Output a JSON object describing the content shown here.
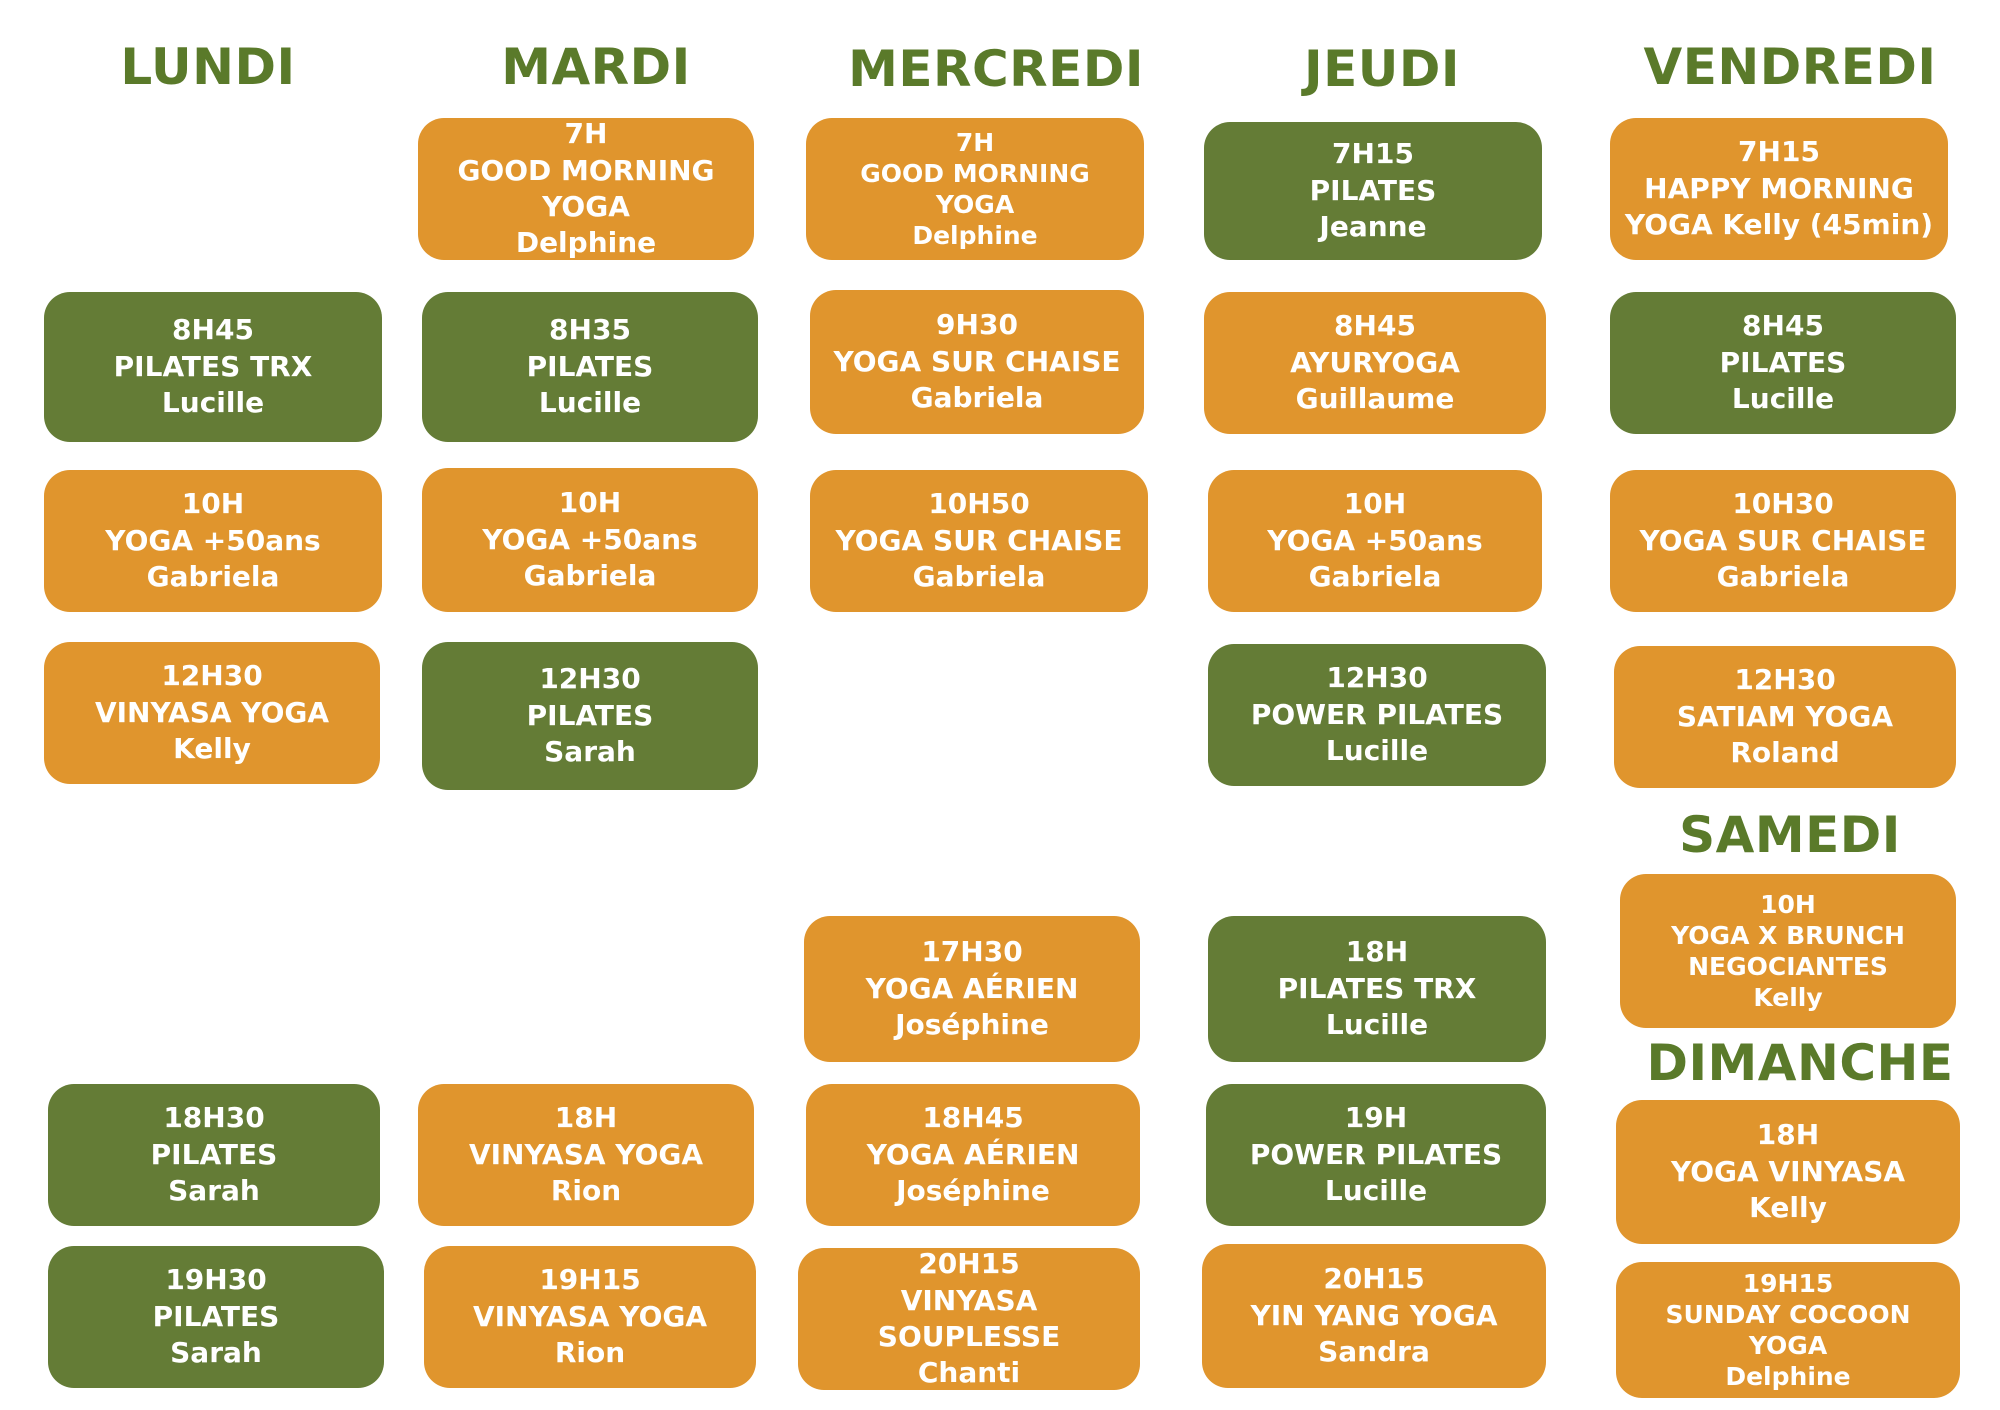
{
  "colors": {
    "orange": "#e0952d",
    "green": "#647c36",
    "title": "#5a7a2a",
    "text": "#ffffff"
  },
  "days": {
    "lundi": "LUNDI",
    "mardi": "MARDI",
    "mercredi": "MERCREDI",
    "jeudi": "JEUDI",
    "vendredi": "VENDREDI",
    "samedi": "SAMEDI",
    "dimanche": "DIMANCHE"
  },
  "classes": {
    "lun_1": {
      "time": "8H45",
      "name": "PILATES TRX",
      "teacher": "Lucille",
      "color": "green"
    },
    "lun_2": {
      "time": "10H",
      "name": "YOGA +50ans",
      "teacher": "Gabriela",
      "color": "orange"
    },
    "lun_3": {
      "time": "12H30",
      "name": "VINYASA YOGA",
      "teacher": "Kelly",
      "color": "orange"
    },
    "lun_4": {
      "time": "18H30",
      "name": "PILATES",
      "teacher": "Sarah",
      "color": "green"
    },
    "lun_5": {
      "time": "19H30",
      "name": "PILATES",
      "teacher": "Sarah",
      "color": "green"
    },
    "mar_1": {
      "time": "7H",
      "name": "GOOD MORNING YOGA",
      "teacher": "Delphine",
      "color": "orange"
    },
    "mar_2": {
      "time": "8H35",
      "name": "PILATES",
      "teacher": "Lucille",
      "color": "green"
    },
    "mar_3": {
      "time": "10H",
      "name": "YOGA +50ans",
      "teacher": "Gabriela",
      "color": "orange"
    },
    "mar_4": {
      "time": "12H30",
      "name": "PILATES",
      "teacher": "Sarah",
      "color": "green"
    },
    "mar_5": {
      "time": "18H",
      "name": "VINYASA YOGA",
      "teacher": "Rion",
      "color": "orange"
    },
    "mar_6": {
      "time": "19H15",
      "name": "VINYASA YOGA",
      "teacher": "Rion",
      "color": "orange"
    },
    "mer_1": {
      "time": "7H",
      "name_1": "GOOD MORNING",
      "name_2": "YOGA",
      "teacher": "Delphine",
      "color": "orange"
    },
    "mer_2": {
      "time": "9H30",
      "name": "YOGA SUR CHAISE",
      "teacher": "Gabriela",
      "color": "orange"
    },
    "mer_3": {
      "time": "10H50",
      "name": "YOGA SUR CHAISE",
      "teacher": "Gabriela",
      "color": "orange"
    },
    "mer_4": {
      "time": "17H30",
      "name": "YOGA AÉRIEN",
      "teacher": "Joséphine",
      "color": "orange"
    },
    "mer_5": {
      "time": "18H45",
      "name": "YOGA AÉRIEN",
      "teacher": "Joséphine",
      "color": "orange"
    },
    "mer_6": {
      "time": "20H15",
      "name": "VINYASA SOUPLESSE",
      "teacher": "Chanti",
      "color": "orange"
    },
    "jeu_1": {
      "time": "7H15",
      "name": "PILATES",
      "teacher": "Jeanne",
      "color": "green"
    },
    "jeu_2": {
      "time": "8H45",
      "name": "AYURYOGA",
      "teacher": "Guillaume",
      "color": "orange"
    },
    "jeu_3": {
      "time": "10H",
      "name": "YOGA +50ans",
      "teacher": "Gabriela",
      "color": "orange"
    },
    "jeu_4": {
      "time": "12H30",
      "name": "POWER PILATES",
      "teacher": "Lucille",
      "color": "green"
    },
    "jeu_5": {
      "time": "18H",
      "name": "PILATES TRX",
      "teacher": "Lucille",
      "color": "green"
    },
    "jeu_6": {
      "time": "19H",
      "name": "POWER PILATES",
      "teacher": "Lucille",
      "color": "green"
    },
    "jeu_7": {
      "time": "20H15",
      "name": "YIN YANG YOGA",
      "teacher": "Sandra",
      "color": "orange"
    },
    "ven_1": {
      "time": "7H15",
      "name": "HAPPY MORNING",
      "teacher": "YOGA Kelly (45min)",
      "color": "orange"
    },
    "ven_2": {
      "time": "8H45",
      "name": "PILATES",
      "teacher": "Lucille",
      "color": "green"
    },
    "ven_3": {
      "time": "10H30",
      "name": "YOGA SUR CHAISE",
      "teacher": "Gabriela",
      "color": "orange"
    },
    "ven_4": {
      "time": "12H30",
      "name": "SATIAM YOGA",
      "teacher": "Roland",
      "color": "orange"
    },
    "sam_1": {
      "time": "10H",
      "name_1": "YOGA X BRUNCH",
      "name_2": "NEGOCIANTES",
      "teacher": "Kelly",
      "color": "orange"
    },
    "dim_1": {
      "time": "18H",
      "name": "YOGA VINYASA",
      "teacher": "Kelly",
      "color": "orange"
    },
    "dim_2": {
      "time": "19H15",
      "name_1": "SUNDAY COCOON",
      "name_2": "YOGA",
      "teacher": "Delphine",
      "color": "orange"
    }
  }
}
